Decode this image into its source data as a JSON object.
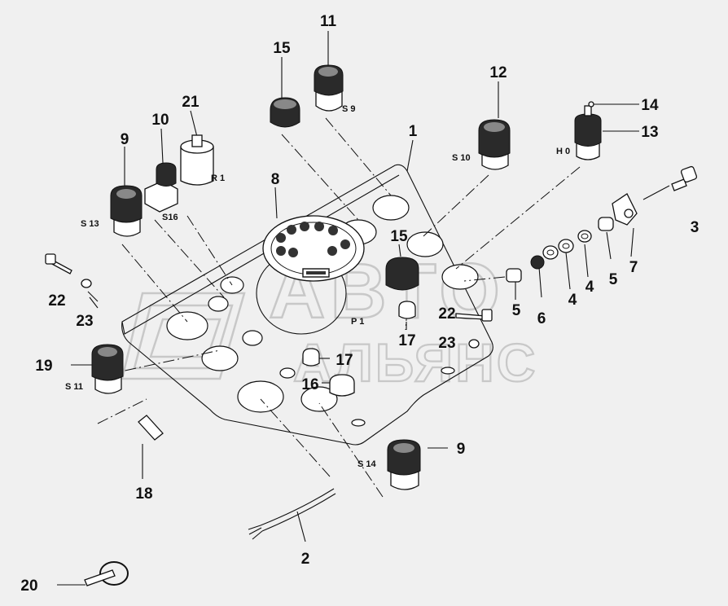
{
  "watermark": {
    "line1": "АВТО",
    "line2": "АЛЬЯНС",
    "color": "#c8c8c8"
  },
  "callouts": [
    {
      "id": "c1",
      "text": "1"
    },
    {
      "id": "c2",
      "text": "2"
    },
    {
      "id": "c3",
      "text": "3"
    },
    {
      "id": "c4a",
      "text": "4"
    },
    {
      "id": "c4b",
      "text": "4"
    },
    {
      "id": "c5a",
      "text": "5"
    },
    {
      "id": "c5b",
      "text": "5"
    },
    {
      "id": "c6",
      "text": "6"
    },
    {
      "id": "c7",
      "text": "7"
    },
    {
      "id": "c8",
      "text": "8"
    },
    {
      "id": "c9a",
      "text": "9"
    },
    {
      "id": "c9b",
      "text": "9"
    },
    {
      "id": "c10",
      "text": "10"
    },
    {
      "id": "c11",
      "text": "11"
    },
    {
      "id": "c12",
      "text": "12"
    },
    {
      "id": "c13",
      "text": "13"
    },
    {
      "id": "c14",
      "text": "14"
    },
    {
      "id": "c15a",
      "text": "15"
    },
    {
      "id": "c15b",
      "text": "15"
    },
    {
      "id": "c16",
      "text": "16"
    },
    {
      "id": "c17a",
      "text": "17"
    },
    {
      "id": "c17b",
      "text": "17"
    },
    {
      "id": "c18",
      "text": "18"
    },
    {
      "id": "c19",
      "text": "19"
    },
    {
      "id": "c20",
      "text": "20"
    },
    {
      "id": "c21",
      "text": "21"
    },
    {
      "id": "c22a",
      "text": "22"
    },
    {
      "id": "c22b",
      "text": "22"
    },
    {
      "id": "c23a",
      "text": "23"
    },
    {
      "id": "c23b",
      "text": "23"
    }
  ],
  "codes": [
    {
      "id": "s9",
      "text": "S 9"
    },
    {
      "id": "s10",
      "text": "S 10"
    },
    {
      "id": "s11",
      "text": "S 11"
    },
    {
      "id": "s13",
      "text": "S 13"
    },
    {
      "id": "s14",
      "text": "S 14"
    },
    {
      "id": "s16",
      "text": "S16"
    },
    {
      "id": "r1",
      "text": "R 1"
    },
    {
      "id": "h0",
      "text": "H 0"
    },
    {
      "id": "p1",
      "text": "P 1"
    }
  ]
}
